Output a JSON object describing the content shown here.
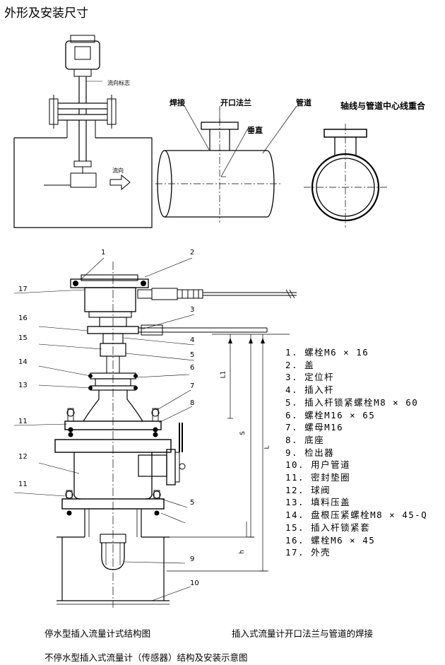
{
  "title": "外形及安装尺寸",
  "top_left": {
    "flow_direction_label": "流向标志",
    "flow_label": "流向"
  },
  "top_middle": {
    "weld_label": "焊接",
    "flange_label": "开口法兰",
    "pipe_label": "管道",
    "vertical_label": "垂直"
  },
  "top_right": {
    "axis_label": "轴线与管道中心线重合"
  },
  "part_numbers": [
    "1",
    "2",
    "17",
    "3",
    "16",
    "4",
    "15",
    "5",
    "14",
    "6",
    "13",
    "7",
    "8",
    "11",
    "12",
    "11",
    "5",
    "9",
    "10"
  ],
  "dimensions": {
    "l1": "L1",
    "s": "S",
    "l": "L",
    "h": "h"
  },
  "legend": [
    "1. 螺栓M6 × 16",
    "2. 盖",
    "3. 定位杆",
    "4. 插入杆",
    "5. 插入杆锁紧螺栓M8 × 60",
    "6. 螺栓M16 × 65",
    "7. 螺母M16",
    "8. 底座",
    "9. 检出器",
    "10. 用户管道",
    "11. 密封垫圈",
    "12. 球阀",
    "13. 填料压盖",
    "14. 盘根压紧螺栓M8 × 45-Q",
    "15. 插入杆锁紧套",
    "16. 螺栓M6 × 45",
    "17. 外壳"
  ],
  "captions": {
    "left": "停水型插入流量计式结构图",
    "right": "插入式流量计开口法兰与管道的焊接",
    "bottom": "不停水型插入式流量计（传感器）结构及安装示意图"
  }
}
